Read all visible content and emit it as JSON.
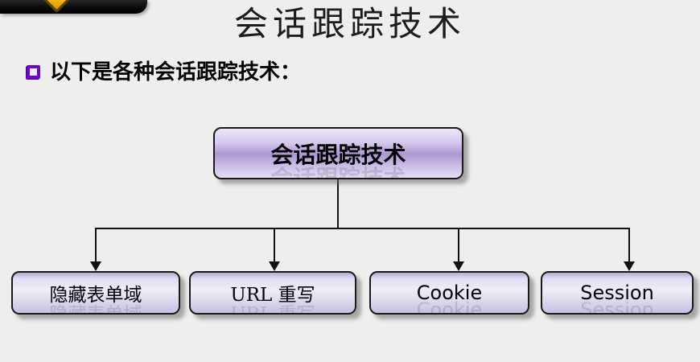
{
  "slide": {
    "background_color": "#eeeeec",
    "title": "会话跟踪技术",
    "bullet": {
      "text": "以下是各种会话跟踪技术：",
      "marker_color": "#6f00d2"
    }
  },
  "corner_tab": {
    "color": "#0a0a0a",
    "diamond_color": "#f7b612"
  },
  "diagram": {
    "type": "tree",
    "root": {
      "label": "会话跟踪技术"
    },
    "children": [
      {
        "label": "隐藏表单域"
      },
      {
        "label": "URL 重写"
      },
      {
        "label": "Cookie"
      },
      {
        "label": "Session"
      }
    ],
    "box_fill": "#d8d5ec",
    "box_border_color": "#1a1a1a",
    "connector_color": "#111111"
  }
}
